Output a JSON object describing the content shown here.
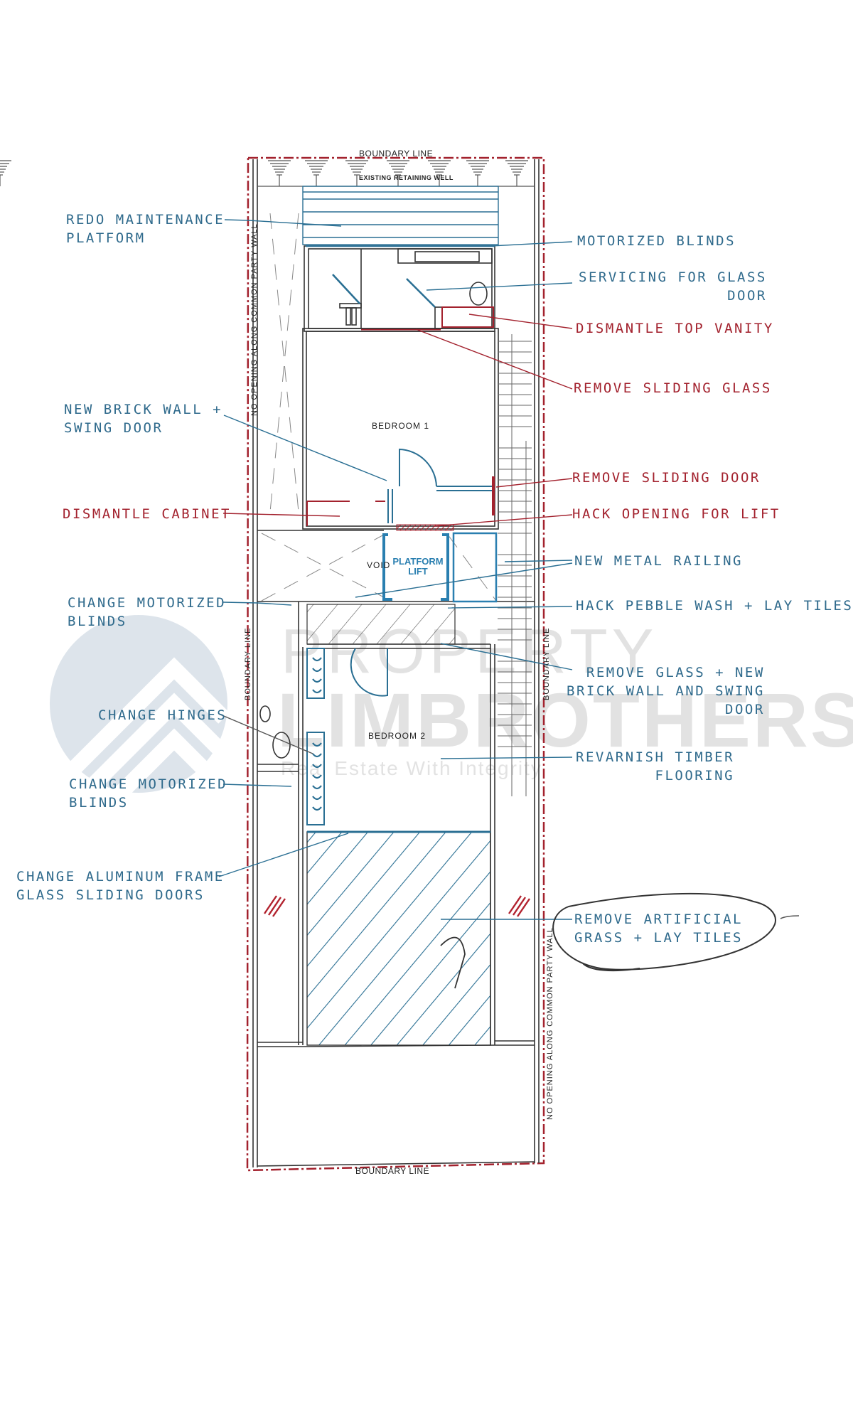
{
  "drawing": {
    "boundary_top": "BOUNDARY  LINE",
    "boundary_bottom": "BOUNDARY  LINE",
    "boundary_left": "BOUNDARY  LINE",
    "boundary_right": "BOUNDARY  LINE",
    "party_wall_left": "NO  OPENING  ALONG  COMMON  PARTY  WALL",
    "party_wall_right": "NO  OPENING  ALONG  COMMON  PARTY  WALL",
    "retaining_wall": "EXISTING  RETAINING  WELL",
    "rooms": {
      "bedroom1": "BEDROOM  1",
      "bedroom2": "BEDROOM  2",
      "void": "VOID",
      "platform_lift_line1": "PLATFORM",
      "platform_lift_line2": "LIFT"
    }
  },
  "annotations": {
    "left": [
      {
        "id": "redo-maintenance-platform",
        "text": "REDO MAINTENANCE\nPLATFORM",
        "color": "blue"
      },
      {
        "id": "new-brick-wall-swing-door",
        "text": "NEW BRICK WALL +\nSWING DOOR",
        "color": "blue"
      },
      {
        "id": "dismantle-cabinet",
        "text": "DISMANTLE CABINET",
        "color": "red"
      },
      {
        "id": "change-motorized-blinds-1",
        "text": "CHANGE MOTORIZED\nBLINDS",
        "color": "blue"
      },
      {
        "id": "change-hinges",
        "text": "CHANGE HINGES",
        "color": "blue"
      },
      {
        "id": "change-motorized-blinds-2",
        "text": "CHANGE MOTORIZED\nBLINDS",
        "color": "blue"
      },
      {
        "id": "change-aluminum-frame",
        "text": "CHANGE ALUMINUM FRAME\nGLASS SLIDING DOORS",
        "color": "blue"
      }
    ],
    "right": [
      {
        "id": "motorized-blinds",
        "text": "MOTORIZED BLINDS",
        "color": "blue"
      },
      {
        "id": "servicing-glass-door",
        "text": "SERVICING FOR GLASS\nDOOR",
        "color": "blue"
      },
      {
        "id": "dismantle-top-vanity",
        "text": "DISMANTLE TOP VANITY",
        "color": "red"
      },
      {
        "id": "remove-sliding-glass",
        "text": "REMOVE SLIDING GLASS",
        "color": "red"
      },
      {
        "id": "remove-sliding-door",
        "text": "REMOVE SLIDING DOOR",
        "color": "red"
      },
      {
        "id": "hack-opening-lift",
        "text": "HACK OPENING FOR LIFT",
        "color": "red"
      },
      {
        "id": "new-metal-railing",
        "text": "NEW METAL RAILING",
        "color": "blue"
      },
      {
        "id": "hack-pebble-wash",
        "text": "HACK PEBBLE WASH + LAY TILES",
        "color": "blue"
      },
      {
        "id": "remove-glass-new-brick",
        "text": "REMOVE GLASS + NEW\nBRICK WALL AND SWING\nDOOR",
        "color": "blue"
      },
      {
        "id": "revarnish-timber",
        "text": "REVARNISH TIMBER\nFLOORING",
        "color": "blue"
      },
      {
        "id": "remove-artificial-grass",
        "text": "REMOVE ARTIFICIAL\nGRASS + LAY TILES",
        "color": "blue"
      }
    ]
  },
  "watermark": {
    "line1": "PROPERTY",
    "line2": "LIMBROTHERS",
    "tagline": "Real Estate With Integrity"
  },
  "colors": {
    "blue_annotation": "#2f6a8c",
    "red_annotation": "#a3222e",
    "boundary_red": "#a3222e",
    "lift_blue": "#2a7fb0",
    "linework": "#333333"
  }
}
